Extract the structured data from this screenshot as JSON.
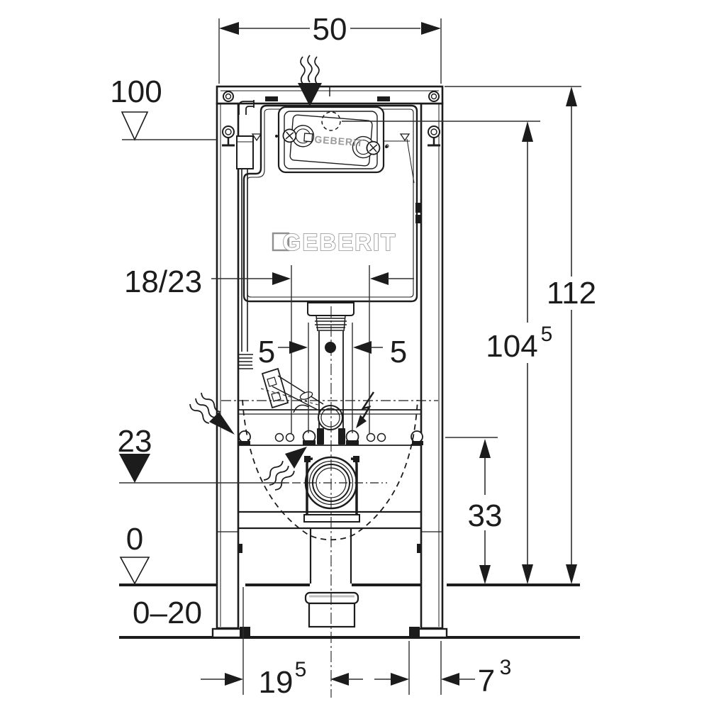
{
  "drawing": {
    "cistern_brand": "GEBERIT",
    "flush_plate_brand": "GEBERIT"
  },
  "dimensions": {
    "top_width": "50",
    "level_top": "100",
    "overall_height": "112",
    "actuation_height": {
      "base": "104",
      "sup": "5"
    },
    "wall_distance": "18/23",
    "offset_left": "5",
    "offset_right": "5",
    "level_outlet": "23",
    "outlet_height": "33",
    "level_floor": "0",
    "floor_buildup": "0–20",
    "outlet_offset": {
      "base": "19",
      "sup": "5"
    },
    "side_offset": {
      "base": "7",
      "sup": "3"
    }
  },
  "symbols": {
    "heat_source_top": "heat-source",
    "heat_source_left": "heat-source",
    "heat_source_inner": "heat-source",
    "electrical": "electrical-connection",
    "level_marker_100": "level-marker",
    "level_marker_23": "level-marker",
    "level_marker_0": "level-marker"
  },
  "colors": {
    "line": "#1c1c1c",
    "dimension_line": "#2e2e2e",
    "logo_gray": "#8f8f8f",
    "background": "#ffffff"
  }
}
